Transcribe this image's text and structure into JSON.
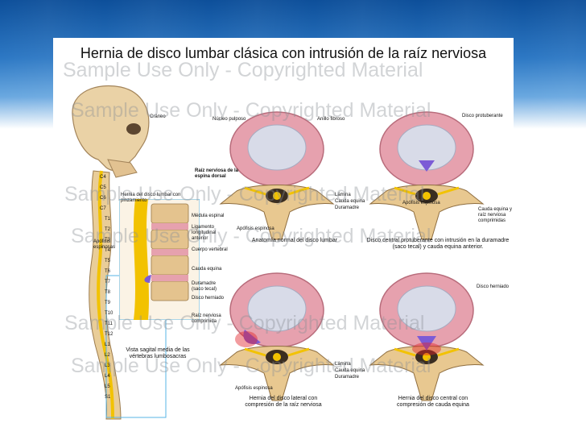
{
  "slide": {
    "title": "Hernia de disco lumbar clásica con intrusión de la raíz nerviosa",
    "watermark": "Sample Use Only - Copyrighted Material"
  },
  "colors": {
    "banner": "#1b5fae",
    "bone": "#e8c890",
    "disc_ring": "#e6a1ae",
    "disc_core": "#d8dbe8",
    "nerve": "#f2c200",
    "herniation": "#7b5bd6"
  },
  "spine_figure": {
    "cranium": "Cráneo",
    "vertebra_levels": [
      "C4",
      "C5",
      "C6",
      "C7",
      "T1",
      "T2",
      "T3",
      "T4",
      "T5",
      "T6",
      "T7",
      "T8",
      "T9",
      "T10",
      "T11",
      "T12",
      "L1",
      "L2",
      "L3",
      "L4",
      "L5",
      "S1"
    ],
    "inset_title": "Hernia del disco lumbar con pinzamiento",
    "apofisis": "Apófisis espinosas",
    "labels": [
      "Médula espinal",
      "Ligamento longitudinal anterior",
      "Cuerpo vertebral",
      "Cauda equina",
      "Duramadre (saco tecal)",
      "Disco herniado",
      "Raíz nerviosa comprimida"
    ],
    "caption": "Vista sagital media de las vértebras lumbosacras"
  },
  "panels": {
    "top_left": {
      "labels": [
        "Núcleo pulposo",
        "Anillo fibroso",
        "Raíz nerviosa de la espina dorsal",
        "Lámina",
        "Cauda equina",
        "Duramadre",
        "Apófisis espinosa"
      ],
      "caption": "Anatomía normal del disco lumbar"
    },
    "top_right": {
      "labels": [
        "Disco protuberante",
        "Cauda equina y raíz nerviosa comprimidas",
        "Apófisis espinosa"
      ],
      "caption": "Disco central protuberante con intrusión en la duramadre (saco tecal) y cauda equina anterior."
    },
    "bottom_left": {
      "labels": [
        "Lámina",
        "Cauda equina",
        "Duramadre",
        "Apófisis espinosa"
      ],
      "caption": "Hernia del disco lateral con compresión de la raíz nerviosa"
    },
    "bottom_right": {
      "labels": [
        "Disco herniado"
      ],
      "caption": "Hernia del disco central con compresión de cauda equina"
    }
  }
}
